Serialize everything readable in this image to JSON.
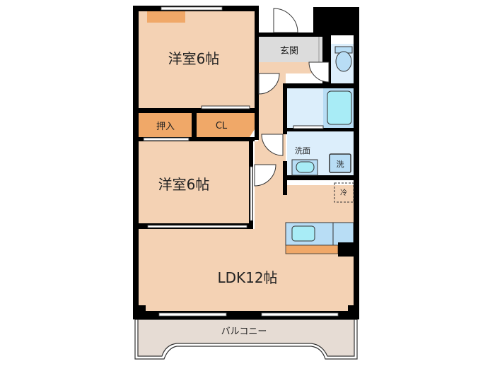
{
  "floor_plan": {
    "rooms": [
      {
        "id": "western-room-1",
        "label": "洋室6帖"
      },
      {
        "id": "western-room-2",
        "label": "洋室6帖"
      },
      {
        "id": "ldk",
        "label": "LDK12帖"
      },
      {
        "id": "entrance",
        "label": "玄関"
      },
      {
        "id": "oshiire",
        "label": "押入"
      },
      {
        "id": "closet",
        "label": "CL"
      },
      {
        "id": "washroom",
        "label": "洗面"
      },
      {
        "id": "washer",
        "label": "洗"
      },
      {
        "id": "fridge",
        "label": "冷"
      },
      {
        "id": "balcony",
        "label": "バルコニー"
      }
    ],
    "colors": {
      "room_floor": "#f4d2b4",
      "storage": "#f0a868",
      "wet_area": "#dceefb",
      "fixture": "#b8ddf5",
      "fixture_inner": "#a8ecf6",
      "entrance": "#dcdcdc",
      "balcony": "#e6dcd4",
      "wall": "#000000"
    }
  }
}
